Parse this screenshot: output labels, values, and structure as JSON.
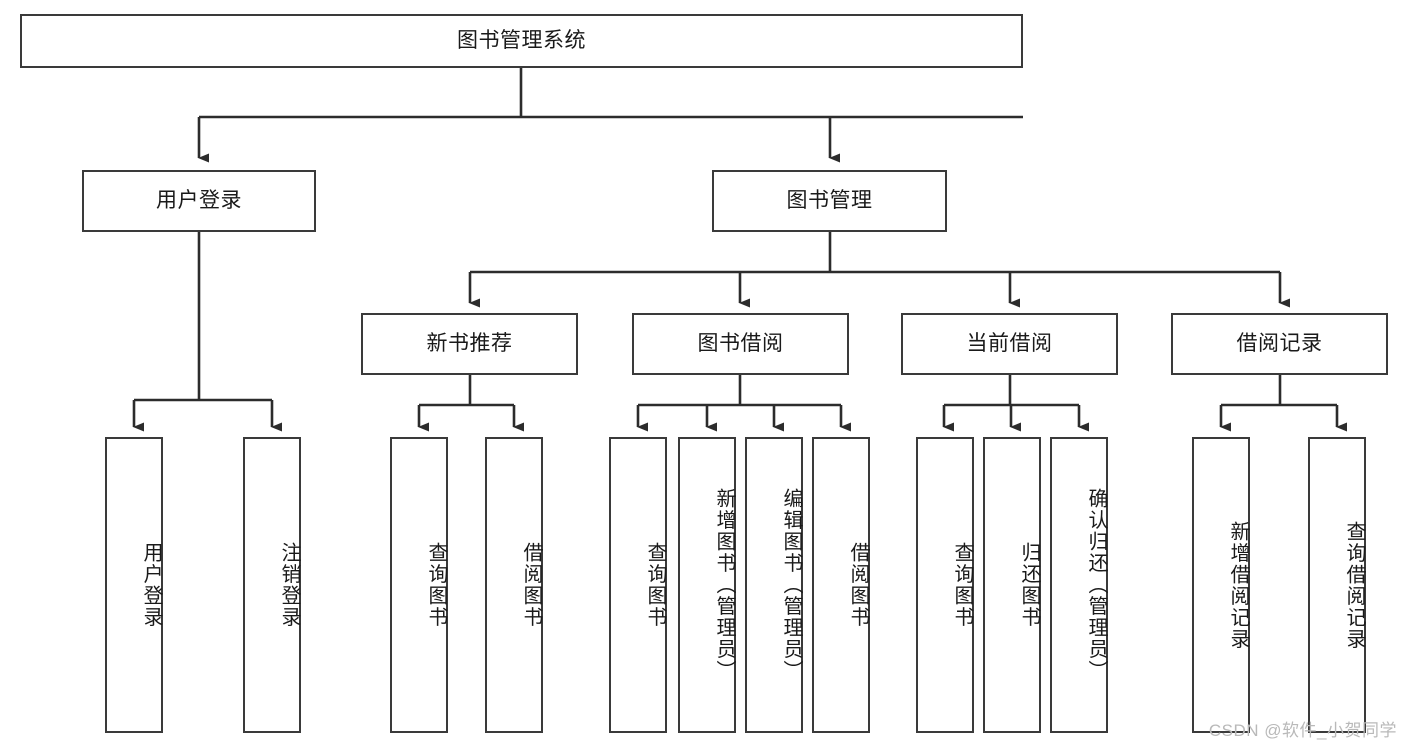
{
  "diagram": {
    "title": "图书管理系统",
    "type": "tree-hierarchy",
    "watermark": "CSDN @软件_小贺同学",
    "line_color": "#3a3a3a",
    "box_fill": "#ffffff",
    "watermark_color": "#b9b9b9"
  },
  "nodes": {
    "root": {
      "label": "图书管理系统"
    },
    "level1": [
      {
        "label": "用户登录"
      },
      {
        "label": "图书管理"
      }
    ],
    "level2": [
      {
        "label": "新书推荐"
      },
      {
        "label": "图书借阅"
      },
      {
        "label": "当前借阅"
      },
      {
        "label": "借阅记录"
      }
    ],
    "leaves": {
      "user_login": [
        {
          "label": "用户登录"
        },
        {
          "label": "注销登录"
        }
      ],
      "new_book_recommend": [
        {
          "label": "查询图书"
        },
        {
          "label": "借阅图书"
        }
      ],
      "book_borrow": [
        {
          "label": "查询图书"
        },
        {
          "label": "新增图书（管理员）"
        },
        {
          "label": "编辑图书（管理员）"
        },
        {
          "label": "借阅图书"
        }
      ],
      "current_borrow": [
        {
          "label": "查询图书"
        },
        {
          "label": "归还图书"
        },
        {
          "label": "确认归还（管理员）"
        }
      ],
      "borrow_record": [
        {
          "label": "新增借阅记录"
        },
        {
          "label": "查询借阅记录"
        }
      ]
    }
  }
}
